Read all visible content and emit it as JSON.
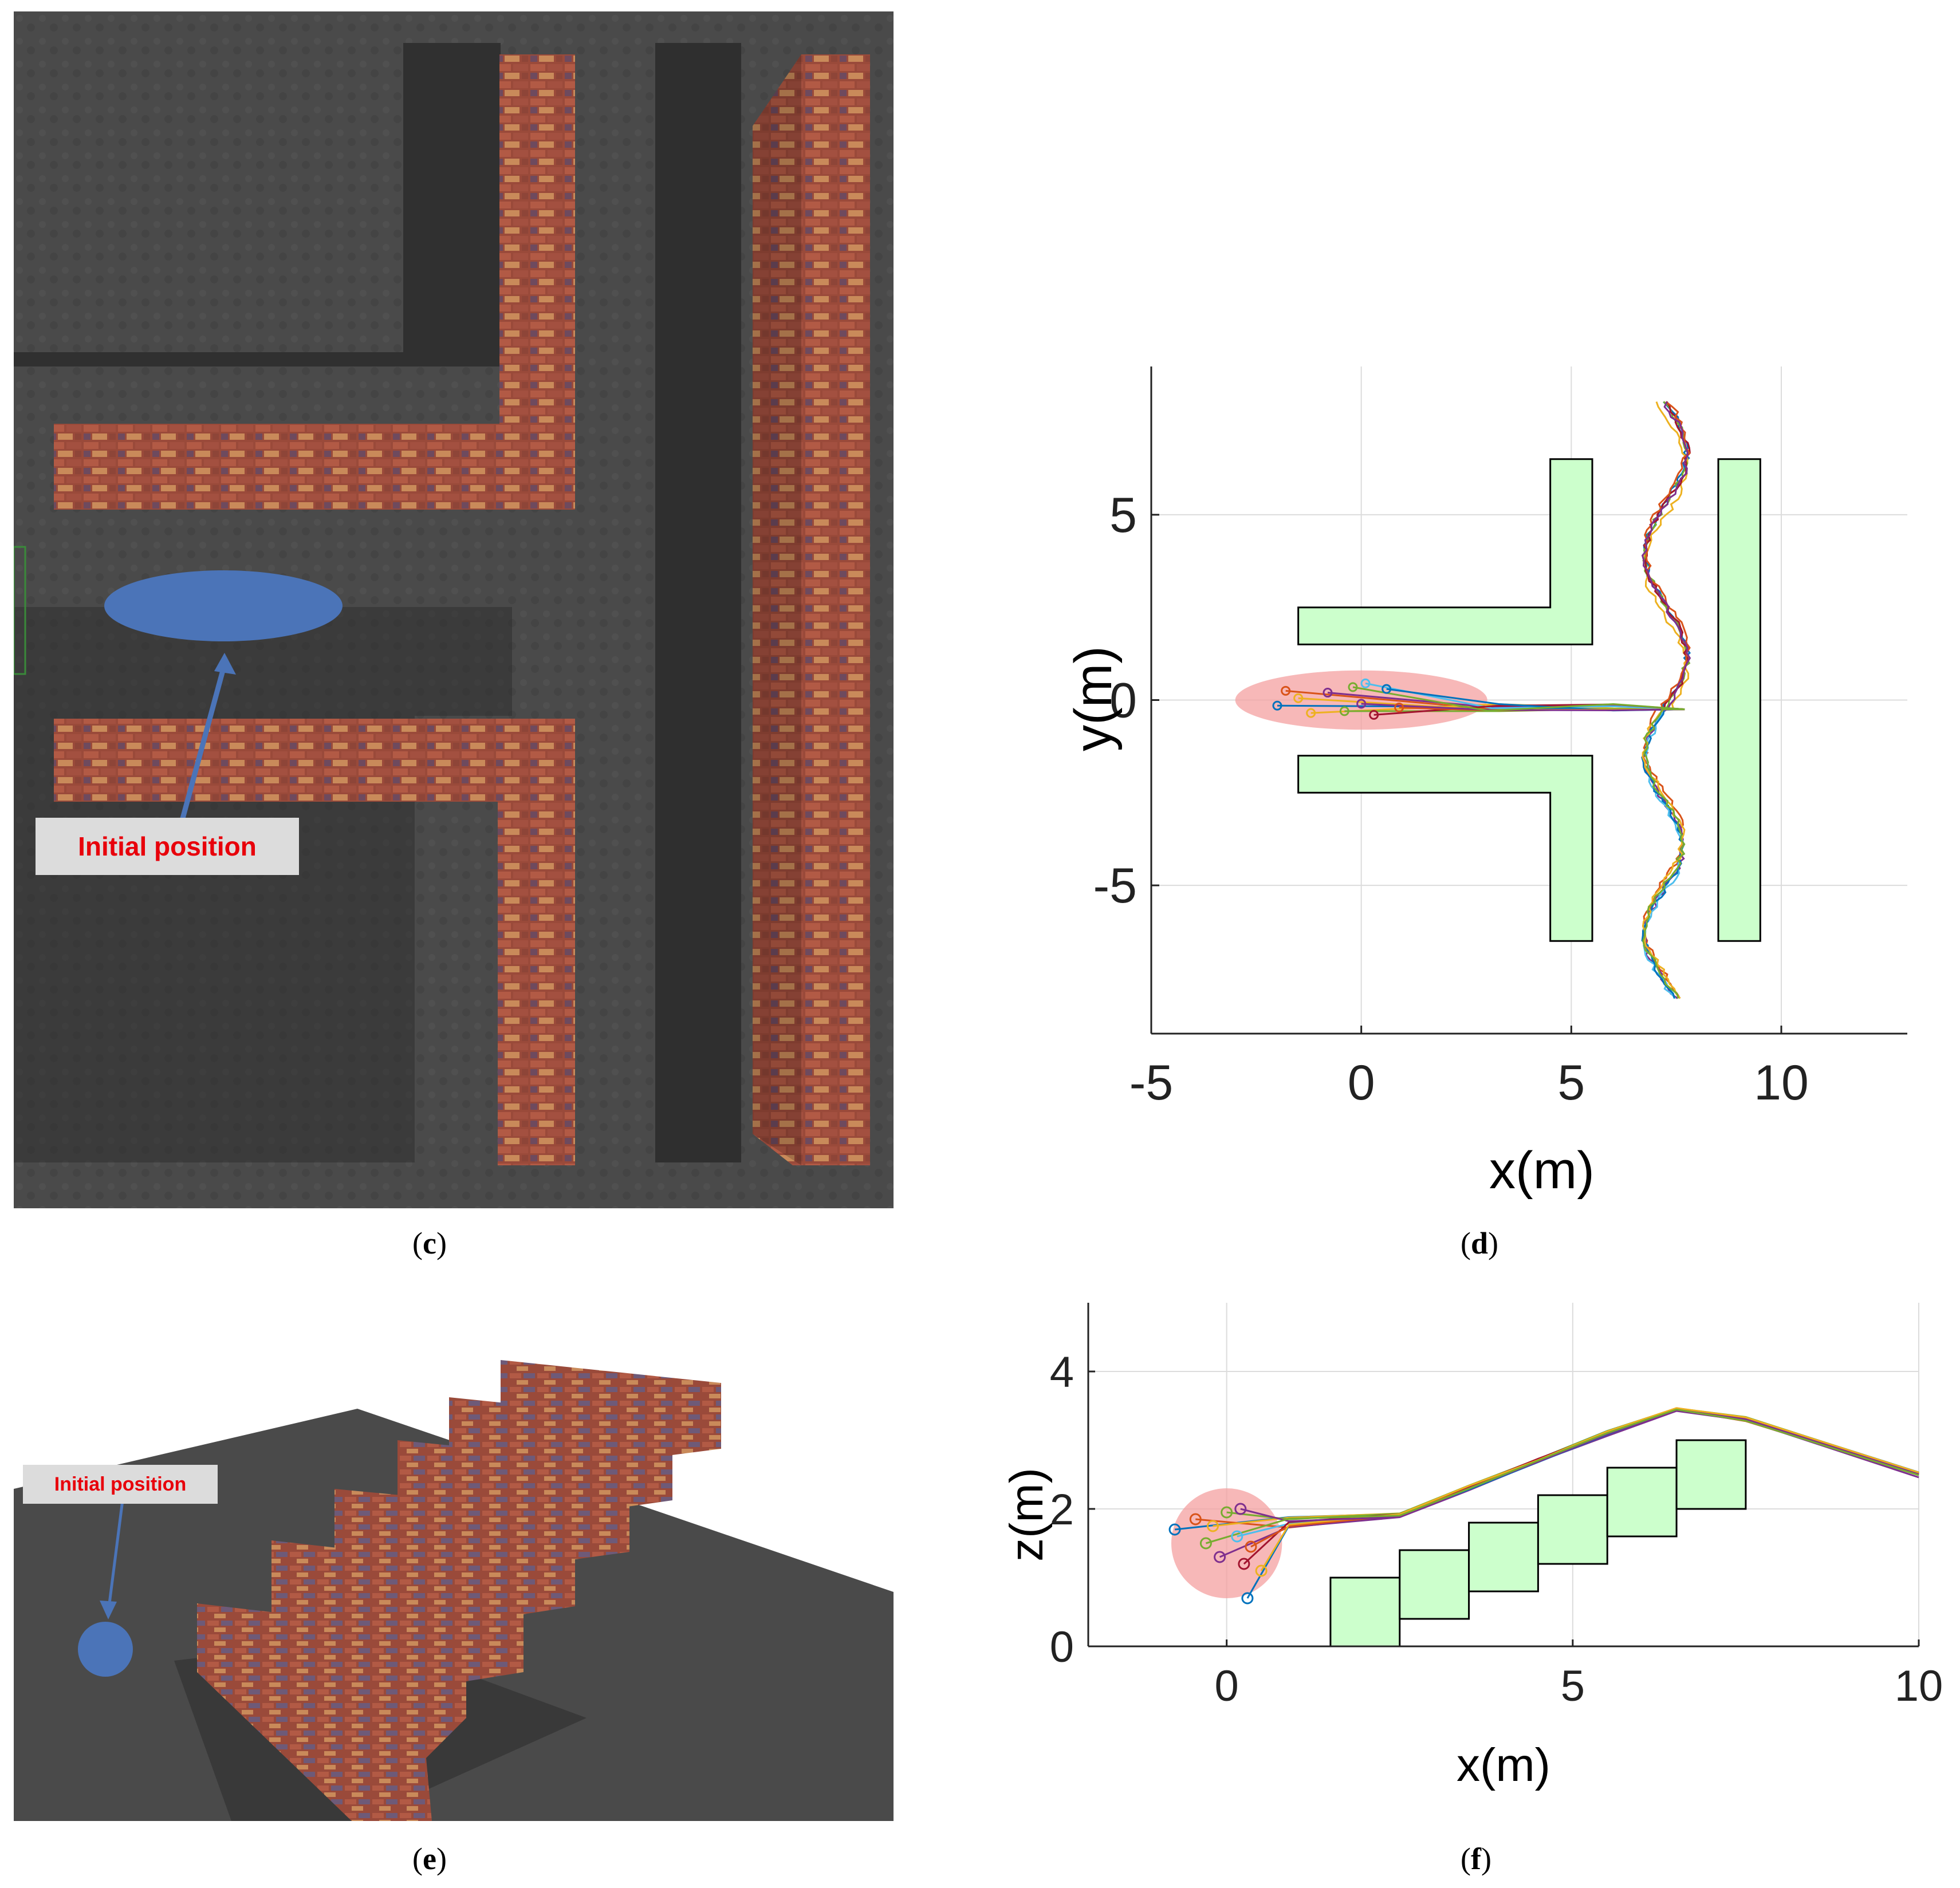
{
  "panels": {
    "c": {
      "caption_letter": "c",
      "label": "Initial position"
    },
    "d": {
      "caption_letter": "d"
    },
    "e": {
      "caption_letter": "e",
      "label": "Initial position"
    },
    "f": {
      "caption_letter": "f"
    }
  },
  "colors": {
    "ground": "#4a4a4a",
    "brick": "#9a4a3a",
    "marker": "#4b74b8",
    "obstacle_fill": "#ccffcc",
    "start_region": "#f4a0a0"
  },
  "chart_data": [
    {
      "id": "d",
      "type": "line",
      "xlabel": "x(m)",
      "ylabel": "y(m)",
      "xlim": [
        -5,
        13
      ],
      "ylim": [
        -9,
        9
      ],
      "xticks": [
        -5,
        0,
        5,
        10
      ],
      "yticks": [
        -5,
        0,
        5
      ],
      "grid": true,
      "obstacles": [
        {
          "polygon": [
            [
              -1.5,
              1.5
            ],
            [
              5.5,
              1.5
            ],
            [
              5.5,
              6.5
            ],
            [
              4.5,
              6.5
            ],
            [
              4.5,
              2.5
            ],
            [
              -1.5,
              2.5
            ]
          ]
        },
        {
          "polygon": [
            [
              -1.5,
              -1.5
            ],
            [
              5.5,
              -1.5
            ],
            [
              5.5,
              -6.5
            ],
            [
              4.5,
              -6.5
            ],
            [
              4.5,
              -2.5
            ],
            [
              -1.5,
              -2.5
            ]
          ]
        },
        {
          "polygon": [
            [
              8.5,
              -6.5
            ],
            [
              9.5,
              -6.5
            ],
            [
              9.5,
              6.5
            ],
            [
              8.5,
              6.5
            ]
          ]
        }
      ],
      "start_region": {
        "cx": 0,
        "cy": 0,
        "rx": 3,
        "ry": 0.8
      },
      "start_points": [
        [
          -2.0,
          -0.15
        ],
        [
          -1.8,
          0.25
        ],
        [
          -1.2,
          -0.35
        ],
        [
          -0.8,
          0.2
        ],
        [
          -0.4,
          -0.3
        ],
        [
          0.1,
          0.45
        ],
        [
          0.3,
          -0.4
        ],
        [
          0.6,
          0.3
        ],
        [
          0.9,
          -0.2
        ],
        [
          -1.5,
          0.05
        ],
        [
          0.0,
          -0.1
        ],
        [
          -0.2,
          0.35
        ]
      ],
      "merge_point": [
        3,
        -0.2
      ],
      "corridor_x": [
        6.7,
        7.9
      ],
      "trajectory_count": 12
    },
    {
      "id": "f",
      "type": "line",
      "xlabel": "x(m)",
      "ylabel": "z(m)",
      "xlim": [
        -2,
        10
      ],
      "ylim": [
        0,
        5
      ],
      "xticks": [
        0,
        5,
        10
      ],
      "yticks": [
        0,
        2,
        4
      ],
      "grid": true,
      "obstacles": [
        {
          "x": 1.5,
          "w": 1,
          "y": 0,
          "h": 1
        },
        {
          "x": 2.5,
          "w": 1,
          "y": 0.4,
          "h": 1
        },
        {
          "x": 3.5,
          "w": 1,
          "y": 0.8,
          "h": 1
        },
        {
          "x": 4.5,
          "w": 1,
          "y": 1.2,
          "h": 1
        },
        {
          "x": 5.5,
          "w": 1,
          "y": 1.6,
          "h": 1
        },
        {
          "x": 6.5,
          "w": 1,
          "y": 2.0,
          "h": 1
        }
      ],
      "start_region": {
        "cx": 0,
        "cy": 1.5,
        "rx": 0.8,
        "ry": 0.8
      },
      "start_points": [
        [
          -0.75,
          1.7
        ],
        [
          -0.45,
          1.85
        ],
        [
          -0.2,
          1.75
        ],
        [
          -0.1,
          1.3
        ],
        [
          0.0,
          1.95
        ],
        [
          0.15,
          1.6
        ],
        [
          0.25,
          1.2
        ],
        [
          0.3,
          0.7
        ],
        [
          0.35,
          1.45
        ],
        [
          0.5,
          1.1
        ],
        [
          0.2,
          2.0
        ],
        [
          -0.3,
          1.5
        ]
      ],
      "path_points": [
        [
          0.9,
          1.8
        ],
        [
          2.5,
          1.9
        ],
        [
          3.5,
          2.3
        ],
        [
          4.5,
          2.7
        ],
        [
          5.5,
          3.1
        ],
        [
          6.5,
          3.45
        ],
        [
          7.5,
          3.3
        ],
        [
          10.0,
          2.5
        ]
      ],
      "trajectory_count": 12
    }
  ]
}
